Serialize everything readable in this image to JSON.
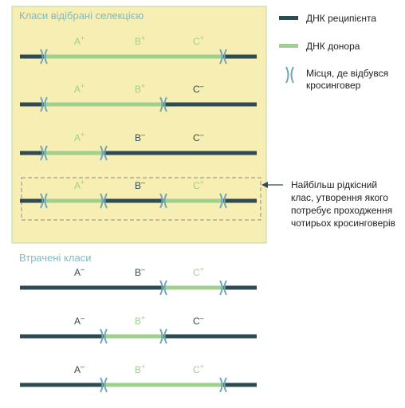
{
  "colors": {
    "recipient": "#2f4b52",
    "donor": "#9fd08c",
    "crossover": "#6fa8b7",
    "panel_fill": "#f6eeb3",
    "panel_border": "#b8d7a6",
    "title_color": "#7bbcc7",
    "donor_label": "#9fd08c",
    "recipient_label": "#2f4b52",
    "text": "#222222",
    "dash_box": "#8a8a8a"
  },
  "selected_title": "Класи відібрані селекцією",
  "lost_title": "Втрачені класи",
  "legend": {
    "recipient": "ДНК реципієнта",
    "donor": "ДНК донора",
    "crossover_line1": "Місця, де відбувся",
    "crossover_line2": "кросинговер"
  },
  "callout": {
    "line1": "Найбільш рідкісний",
    "line2": "клас, утворення якого",
    "line3": "потребує проходження",
    "line4": "чотирьох кросинговерів"
  },
  "rows": [
    {
      "labels": [
        {
          "base": "A",
          "sign": "+"
        },
        {
          "base": "B",
          "sign": "+"
        },
        {
          "base": "C",
          "sign": "+"
        }
      ]
    },
    {
      "labels": [
        {
          "base": "A",
          "sign": "+"
        },
        {
          "base": "B",
          "sign": "+"
        },
        {
          "base": "C",
          "sign": "–"
        }
      ]
    },
    {
      "labels": [
        {
          "base": "A",
          "sign": "+"
        },
        {
          "base": "B",
          "sign": "–"
        },
        {
          "base": "C",
          "sign": "–"
        }
      ]
    },
    {
      "labels": [
        {
          "base": "A",
          "sign": "+"
        },
        {
          "base": "B",
          "sign": "–"
        },
        {
          "base": "C",
          "sign": "+"
        }
      ]
    },
    {
      "labels": [
        {
          "base": "A",
          "sign": "–"
        },
        {
          "base": "B",
          "sign": "–"
        },
        {
          "base": "C",
          "sign": "+"
        }
      ]
    },
    {
      "labels": [
        {
          "base": "A",
          "sign": "–"
        },
        {
          "base": "B",
          "sign": "+"
        },
        {
          "base": "C",
          "sign": "–"
        }
      ]
    },
    {
      "labels": [
        {
          "base": "A",
          "sign": "–"
        },
        {
          "base": "B",
          "sign": "+"
        },
        {
          "base": "C",
          "sign": "+"
        }
      ]
    }
  ]
}
